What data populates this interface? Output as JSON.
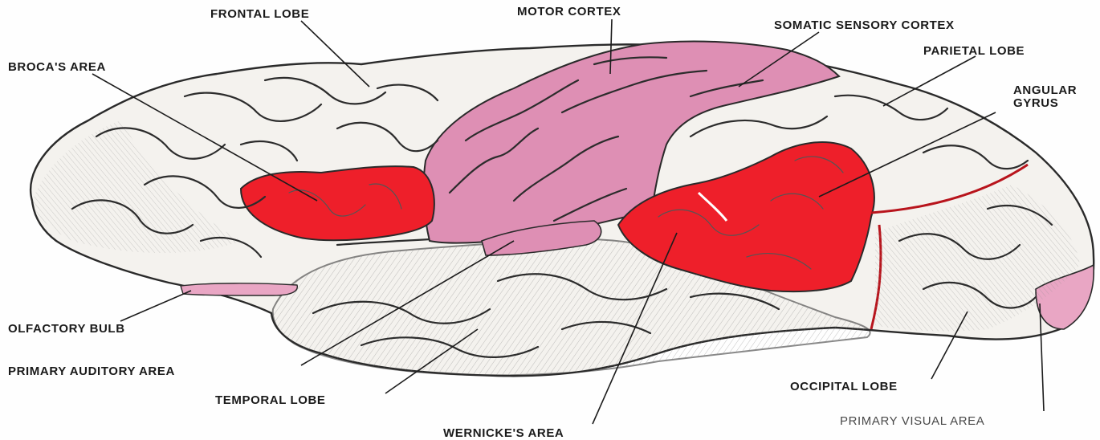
{
  "labels": {
    "frontal_lobe": "FRONTAL LOBE",
    "motor_cortex": "MOTOR CORTEX",
    "somatic_sensory_cortex": "SOMATIC SENSORY CORTEX",
    "brocas_area": "BROCA'S AREA",
    "parietal_lobe": "PARIETAL LOBE",
    "angular_gyrus_line1": "ANGULAR",
    "angular_gyrus_line2": "GYRUS",
    "olfactory_bulb": "OLFACTORY BULB",
    "primary_auditory_area": "PRIMARY AUDITORY AREA",
    "temporal_lobe": "TEMPORAL LOBE",
    "occipital_lobe": "OCCIPITAL LOBE",
    "primary_visual_area": "PRIMARY VISUAL AREA",
    "wernickes_area": "WERNICKE'S AREA"
  },
  "colors": {
    "cortex": "#f4f2ee",
    "outline": "#2a2a2a",
    "motor_sensory": "#de8fb4",
    "language_areas": "#ee1f2a",
    "artery": "#b8141c",
    "visual_pink": "#e9a6c4",
    "label": "#1a1a1a"
  }
}
